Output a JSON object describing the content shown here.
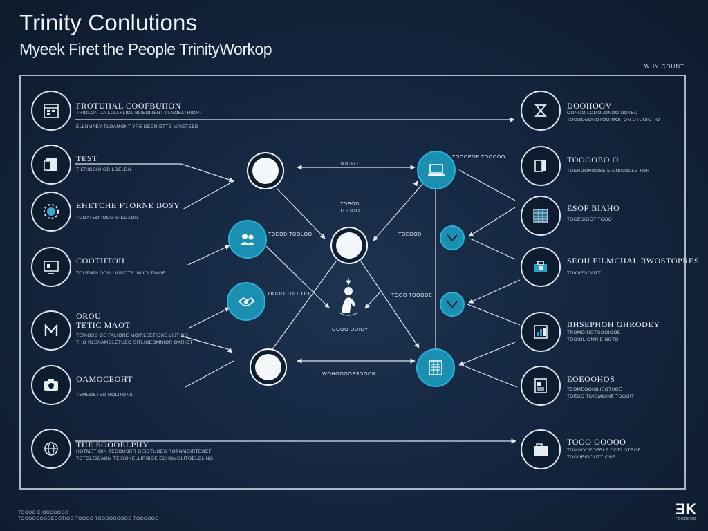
{
  "header": {
    "title": "Trinity Conlutions",
    "subtitle": "Myeek Firet the People TrinityWorkop",
    "corner_label": "WHY COUNT"
  },
  "left_items": [
    {
      "icon": "calendar-icon",
      "head": "FROTUHAL COOFBUHON",
      "sub1": "TRIOLON DA LOLLFLIOL BLIEDLIENT PLNOELTHIONT",
      "sub2": "ELLNMAEY TLOAMONT YRE DECRIETTE MAIETEED"
    },
    {
      "icon": "document-icon",
      "head": "TEST",
      "sub1": "T ERIGCIOIOD LOELDN",
      "sub2": ""
    },
    {
      "icon": "gear-icon",
      "head": "EHETCHE FTORNE BOSY",
      "sub1": "TODATEOPOOM DIEOAON",
      "sub2": ""
    },
    {
      "icon": "monitor-icon",
      "head": "COOTHTOH",
      "sub1": "TOOENDLOON LIONOTS INOOLTINOE",
      "sub2": ""
    },
    {
      "icon": "m-badge-icon",
      "head": "OROU",
      "head2": "TETIC MAOT",
      "sub1": "TEINOSO DE FALIONE MOIRLEETIOIIE LISTING",
      "sub2": "THO RLENAMOLETUEO SITLIOEOMNIOR OARIOT"
    },
    {
      "icon": "camera-icon",
      "head": "OAMOCEOHT",
      "sub1": "TEMLOETEO NOLITONS",
      "sub2": ""
    },
    {
      "icon": "globe-icon",
      "head": "THE SOOOELPHY",
      "sub1": "HOTMETIOIN TEOOUSRR OEIOTUOES ROPNMOIRTEOET",
      "sub2": "TOTOLEIOAOM TEIDONELLIRBIOE ECHNMOLITOELOLING"
    }
  ],
  "right_items": [
    {
      "icon": "hourglass-icon",
      "head": "DOOHOOV",
      "sub1": "OONOO LOMOLONOO NOTEO",
      "sub2": "TOOGOEONOTOO MOITON OTOUIOTIO"
    },
    {
      "icon": "book-icon",
      "head": "TOOOOEO O",
      "sub1": "TOEROONOOSE EIONIONOLE TOR",
      "sub2": ""
    },
    {
      "icon": "spreadsheet-icon",
      "head": "ESOF BIAHO",
      "sub1": "TOOEDIOOT TOOO",
      "sub2": ""
    },
    {
      "icon": "toolbox-icon",
      "head": "SEOH FILMCHAL RWOSTOPRES",
      "sub1": "TOIOIEOOOTT",
      "sub2": ""
    },
    {
      "icon": "chart-icon",
      "head": "BHSEPHOH GHRODEY",
      "sub1": "TROMOINOTOOOIOOE",
      "sub2": "TOOIOLIOMNIE NOTO"
    },
    {
      "icon": "news-icon",
      "head": "EOEOOHOS",
      "sub1": "TEOMEOOIOLIEOTUOE",
      "sub2": "TOEOO TOIOMOINE TOOOIT"
    },
    {
      "icon": "folder-icon",
      "head": "TOOO OOOOO",
      "sub1": "TOMOOOEOEELS OOELOTEOR",
      "sub2": "TOOOEIOOOTTIONE"
    }
  ],
  "center": {
    "top_link_label": "DOCBO",
    "center_label_1": "TOEOD",
    "center_label_2": "TOOOO",
    "left_teal_1_label": "TOEOD TOOLOO",
    "left_teal_2_label": "OOOO TOOLOO",
    "right_teal_label": "TOOOEOE TOOOOO",
    "right_check_1_label": "TOEOOD",
    "right_check_2_label": "TOOO TOOOOE",
    "bottom_center_label": "TOOOO OOIOY",
    "bottom_link_label": "WOHOOOOESOOOR"
  },
  "footer": {
    "line1": "TOOOO E OOOOOOO",
    "line2": "TOOOOOOOOEOOTIOO TOOOO TOOOOOOOOO TOOOOOO"
  },
  "logo": {
    "mark": "ƎK",
    "sub": "FOOOOOO"
  },
  "colors": {
    "background": "#142640",
    "accent": "#1b8fb2",
    "line": "#dfe6ee"
  }
}
